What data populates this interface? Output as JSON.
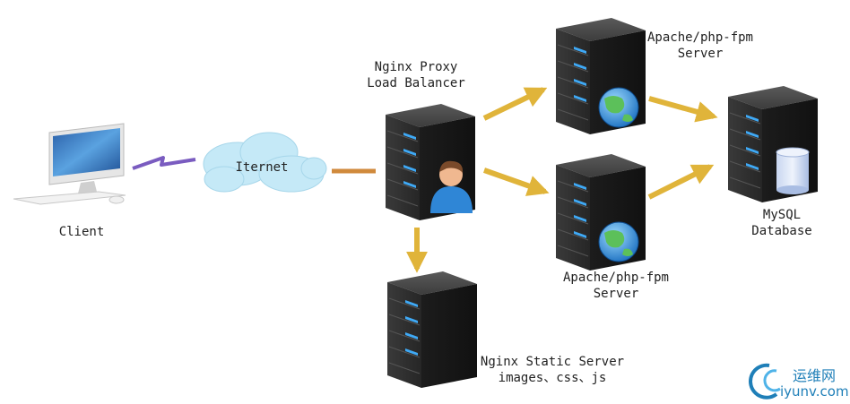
{
  "nodes": {
    "client": "Client",
    "internet": "Iternet",
    "proxy_line1": "Nginx Proxy",
    "proxy_line2": "Load Balancer",
    "apache_top_line1": "Apache/php-fpm",
    "apache_top_line2": "Server",
    "apache_bottom_line1": "Apache/php-fpm",
    "apache_bottom_line2": "Server",
    "mysql_line1": "MySQL",
    "mysql_line2": "Database",
    "static_line1": "Nginx Static Server",
    "static_line2": "images、css、js"
  },
  "watermark": {
    "cn": "运维网",
    "url": "iyunv.com"
  },
  "colors": {
    "server_body": "#2f2f2f",
    "server_led": "#3fa9f5",
    "arrow": "#e0b43a",
    "link_line": "#d08a3c",
    "lightning": "#7a5cc0",
    "cloud": "#bfe6f5",
    "watermark": "#1f7fb8"
  }
}
